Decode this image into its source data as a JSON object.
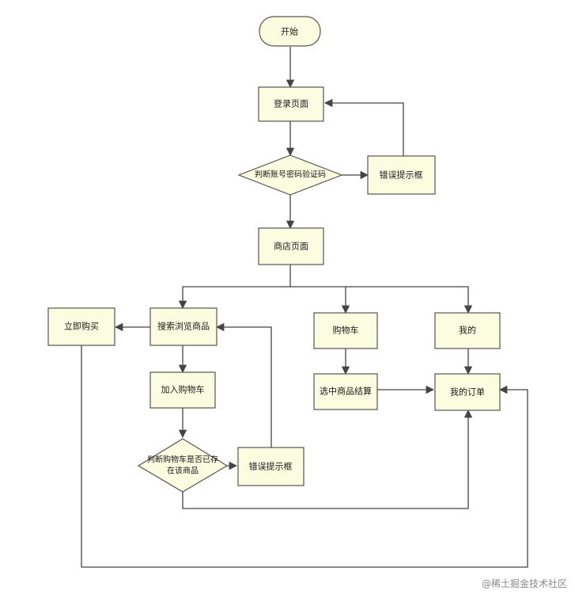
{
  "diagram": {
    "colors": {
      "fill": "#FCFCE0",
      "stroke": "#555555",
      "line": "#444444"
    },
    "nodes": {
      "start": {
        "text": "开始"
      },
      "login_page": {
        "text": "登录页面"
      },
      "check_account": {
        "text": "判断账号密码验证码"
      },
      "error_login": {
        "text": "错误提示框"
      },
      "shop_page": {
        "text": "商店页面"
      },
      "buy_now": {
        "text": "立即购买"
      },
      "search_browse": {
        "text": "搜索浏览商品"
      },
      "cart": {
        "text": "购物车"
      },
      "mine": {
        "text": "我的"
      },
      "add_cart": {
        "text": "加入购物车"
      },
      "select_checkout": {
        "text": "选中商品结算"
      },
      "my_orders": {
        "text": "我的订单"
      },
      "check_cart_line1": {
        "text": "判断购物车是否已存"
      },
      "check_cart_line2": {
        "text": "在该商品"
      },
      "error_cart": {
        "text": "错误提示框"
      }
    },
    "watermark": "@稀土掘金技术社区"
  }
}
